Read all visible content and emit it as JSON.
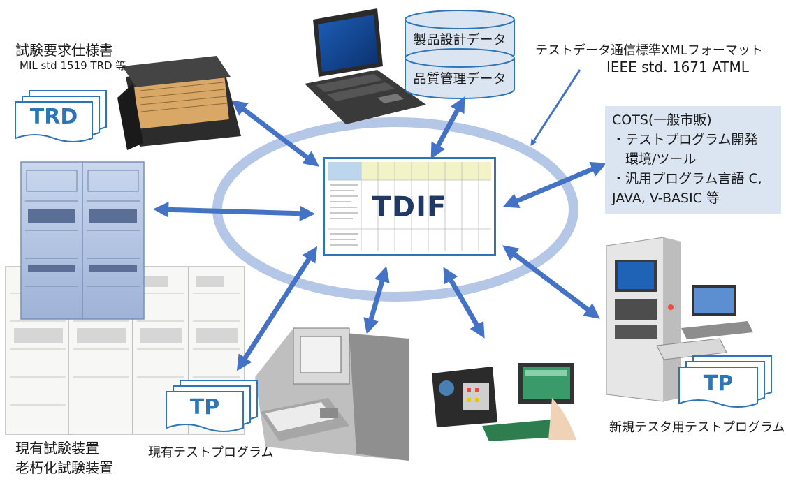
{
  "center": {
    "label": "TDIF"
  },
  "trd": {
    "title": "試験要求仕様書",
    "subtitle": "MIL std 1519 TRD 等",
    "doc_label": "TRD"
  },
  "design_data": {
    "product": "製品設計データ",
    "quality": "品質管理データ"
  },
  "standard": {
    "line1": "テストデータ通信標準XMLフォーマット",
    "line2": "IEEE std. 1671 ATML"
  },
  "cots": {
    "lines": [
      "COTS(一般市販)",
      "・テストプログラム開発",
      "　環境/ツール",
      "・汎用プログラム言語 C,",
      "JAVA, V-BASIC 等"
    ]
  },
  "legacy": {
    "line1": "現有試験装置",
    "line2": "老朽化試験装置"
  },
  "existing_tp": {
    "doc_label": "TP",
    "caption": "現有テストプログラム"
  },
  "new_tester": {
    "doc_label": "TP",
    "caption": "新規テスタ用テストプログラム"
  },
  "colors": {
    "arrow": "#4472c4",
    "ellipse": "#b4c7e7",
    "box_border": "#2e75b6",
    "title_text": "#1f3864",
    "cots_fill": "#dbe5f1"
  }
}
